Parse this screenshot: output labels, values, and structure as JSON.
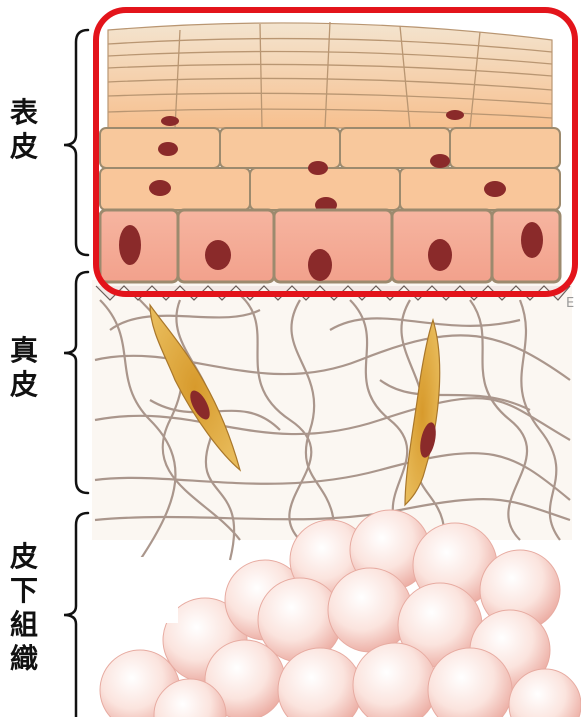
{
  "labels": {
    "epidermis": "表皮",
    "dermis": "真皮",
    "subcutaneous": "皮下組織"
  },
  "edge_text": "E",
  "colors": {
    "highlight": "#e3141b",
    "cell_fill": "#f6c9a5",
    "basal_cell": "#f3a58f",
    "nucleus": "#8a2a2a",
    "fiber": "#8e7466",
    "fat": "#f6cfc8"
  }
}
